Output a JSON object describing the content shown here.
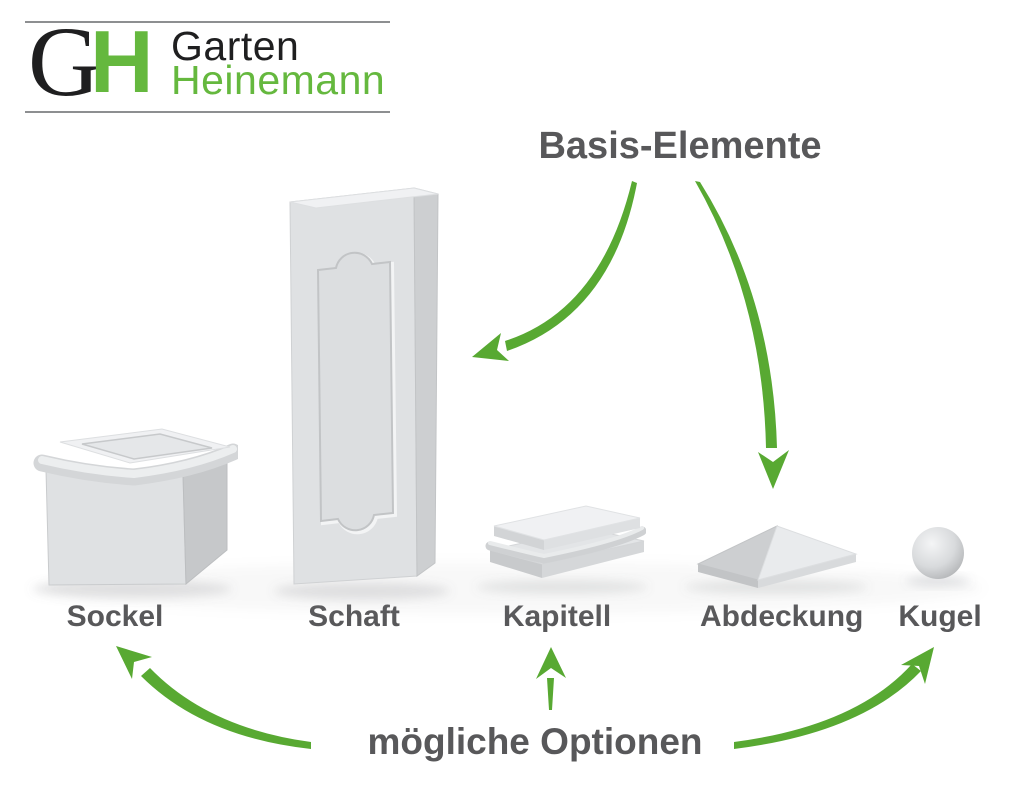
{
  "logo": {
    "monogram_g": "G",
    "monogram_h": "H",
    "line1": "Garten",
    "line2": "Heinemann"
  },
  "titles": {
    "basis": "Basis-Elemente",
    "optionen": "mögliche Optionen"
  },
  "elements": [
    {
      "id": "sockel",
      "label": "Sockel",
      "group": "option"
    },
    {
      "id": "schaft",
      "label": "Schaft",
      "group": "basis"
    },
    {
      "id": "kapitell",
      "label": "Kapitell",
      "group": "option"
    },
    {
      "id": "abdeckung",
      "label": "Abdeckung",
      "group": "basis"
    },
    {
      "id": "kugel",
      "label": "Kugel",
      "group": "option"
    }
  ],
  "colors": {
    "arrow_green": "#58a932",
    "logo_green": "#65b83e",
    "text_dark": "#58585a",
    "logo_black": "#1f1f20",
    "rule_gray": "#8d8f91",
    "stone_front": "#dfe1e3",
    "stone_side": "#cdcfd1",
    "stone_top": "#f0f1f3"
  }
}
